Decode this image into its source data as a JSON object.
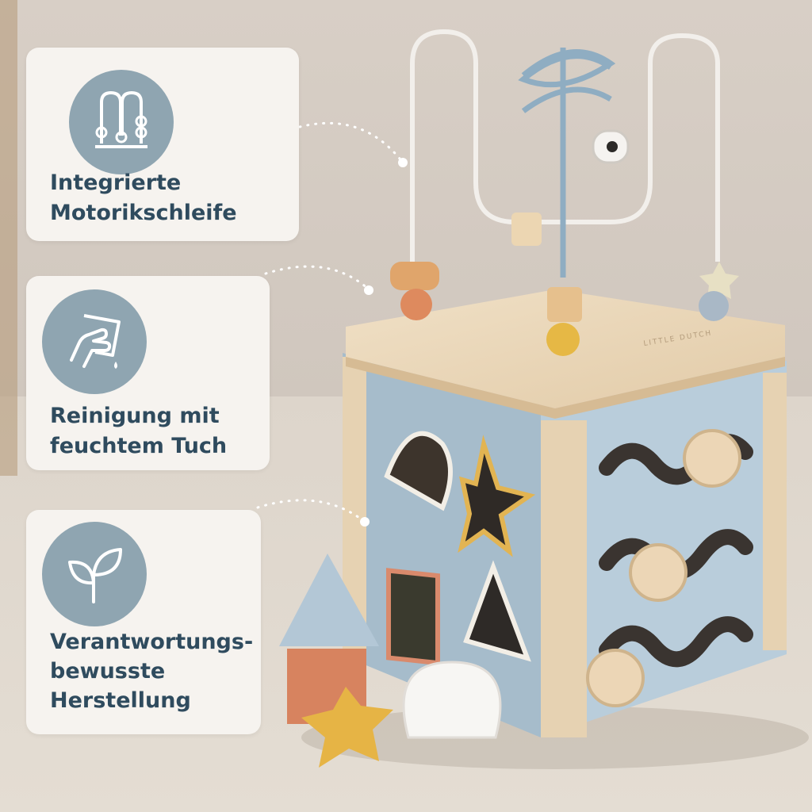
{
  "features": [
    {
      "icon": "bead-maze-icon",
      "lines": [
        "Integrierte",
        "Motorikschleife"
      ]
    },
    {
      "icon": "wipe-cloth-icon",
      "lines": [
        "Reinigung mit",
        "feuchtem Tuch"
      ]
    },
    {
      "icon": "leaf-icon",
      "lines": [
        "Verantwortungs-",
        "bewusste",
        "Herstellung"
      ]
    }
  ],
  "brand_mark": "LITTLE DUTCH",
  "colors": {
    "card": "#f6f3ef",
    "badge": "#8fa5b1",
    "text": "#2f4b5e",
    "cube_blue": "#a9bfce",
    "wood": "#e8d3b4"
  }
}
